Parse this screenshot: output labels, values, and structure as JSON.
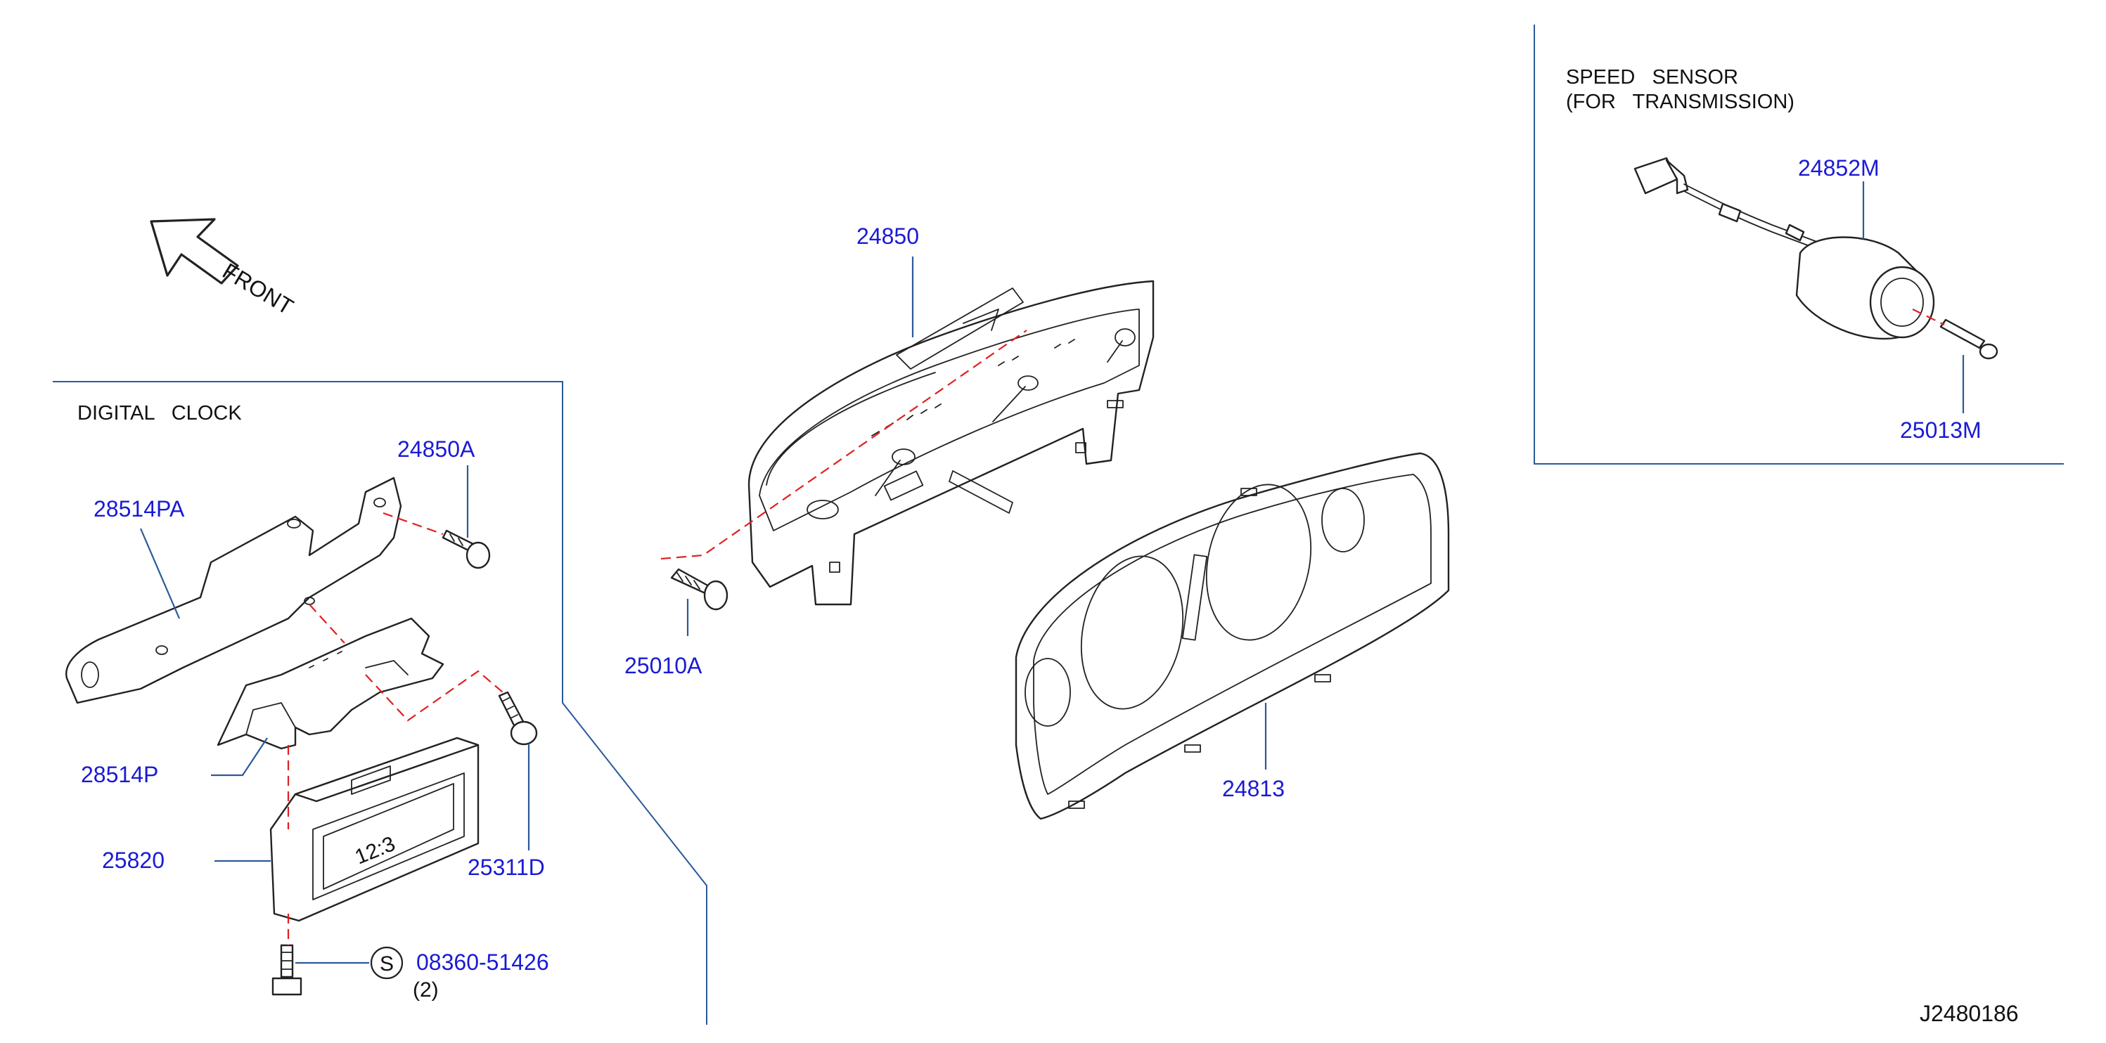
{
  "diagram_id": "J2480186",
  "front_label": "FRONT",
  "sections": {
    "digital_clock": {
      "title": "DIGITAL   CLOCK"
    },
    "speed_sensor": {
      "title_line1": "SPEED   SENSOR",
      "title_line2": "(FOR   TRANSMISSION)"
    }
  },
  "parts": {
    "p24850": "24850",
    "p25010A": "25010A",
    "p24813": "24813",
    "p24850A": "24850A",
    "p28514PA": "28514PA",
    "p28514P": "28514P",
    "p25820": "25820",
    "p25311D": "25311D",
    "p0836051426": "08360-51426",
    "p0836051426_qty": "(2)",
    "p0836051426_symbol": "S",
    "p24852M": "24852M",
    "p25013M": "25013M"
  },
  "colors": {
    "part_number": "#1a1ad6",
    "leader_line": "#2a5a9a",
    "alignment_dash": "#e02020",
    "line_art": "#222222"
  },
  "icons": {
    "front_arrow": "outline-arrow-up-left",
    "standard_part_symbol": "circled-letter-s"
  }
}
